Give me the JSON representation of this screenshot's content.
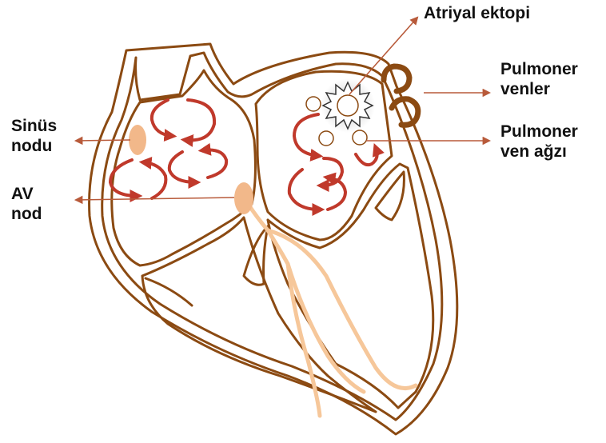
{
  "labels": {
    "sinus_line1": "Sinüs",
    "sinus_line2": "nodu",
    "av_line1": "AV",
    "av_line2": "nod",
    "atrial_ectopy": "Atriyal ektopi",
    "pulm_veins_line1": "Pulmoner",
    "pulm_veins_line2": "venler",
    "pulm_vein_ostium_line1": "Pulmoner",
    "pulm_vein_ostium_line2": "ven ağzı"
  },
  "colors": {
    "heart_outline": "#8b4a12",
    "conduction": "#f6c79a",
    "node": "#f2b88a",
    "reentry_arrows": "#c0392b",
    "pointer_lines": "#b85a3a",
    "text": "#111111"
  }
}
